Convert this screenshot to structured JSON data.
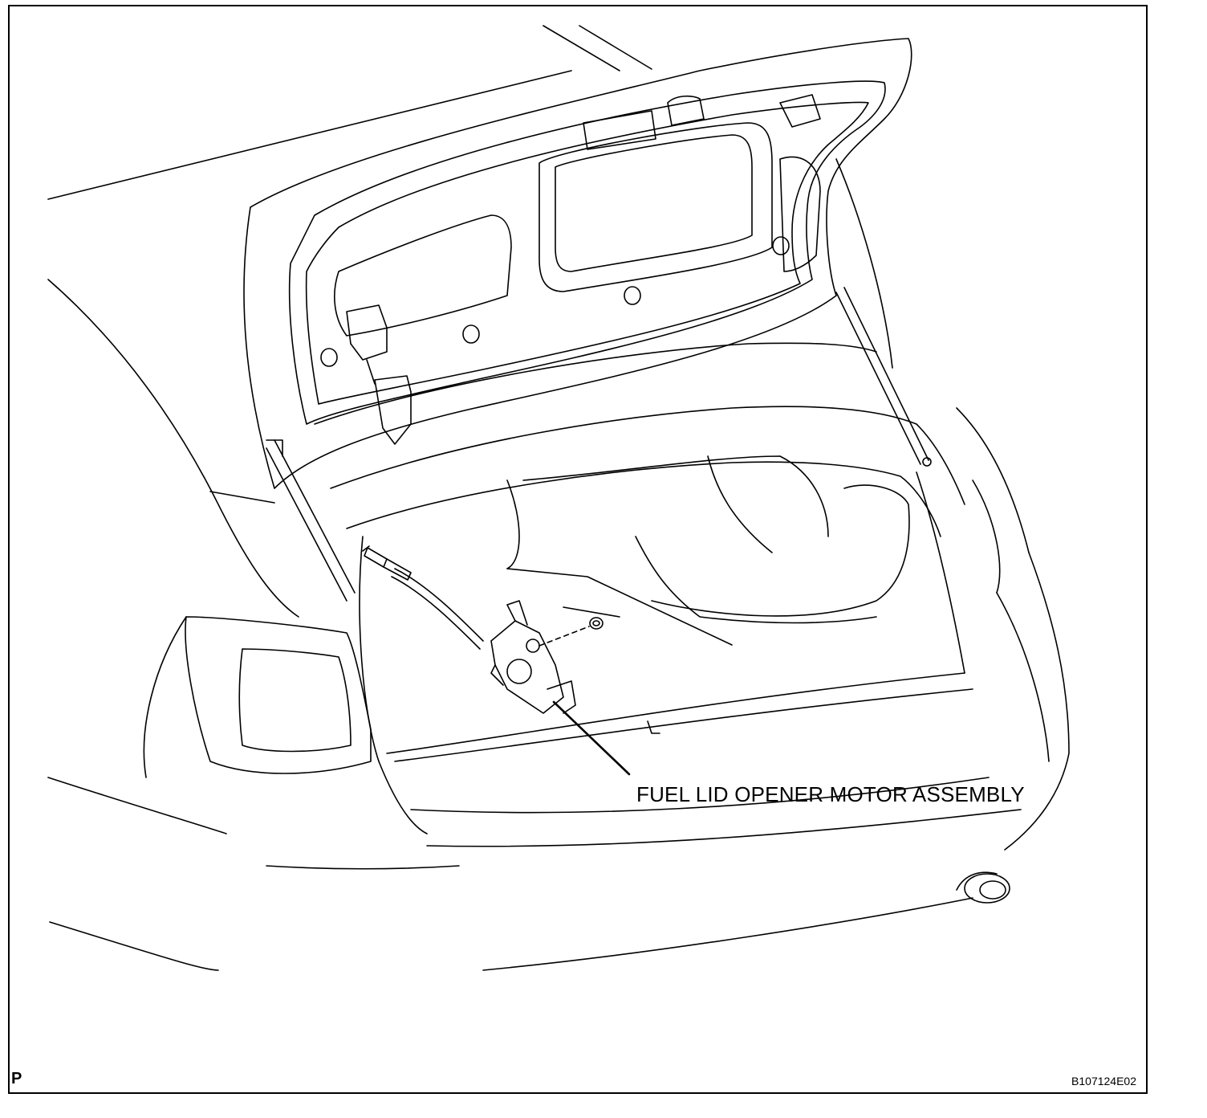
{
  "figure": {
    "callout_label": "FUEL LID OPENER MOTOR ASSEMBLY",
    "corner_mark": "P",
    "figure_code": "B107124E02"
  },
  "colors": {
    "line": "#000000",
    "background": "#ffffff"
  }
}
